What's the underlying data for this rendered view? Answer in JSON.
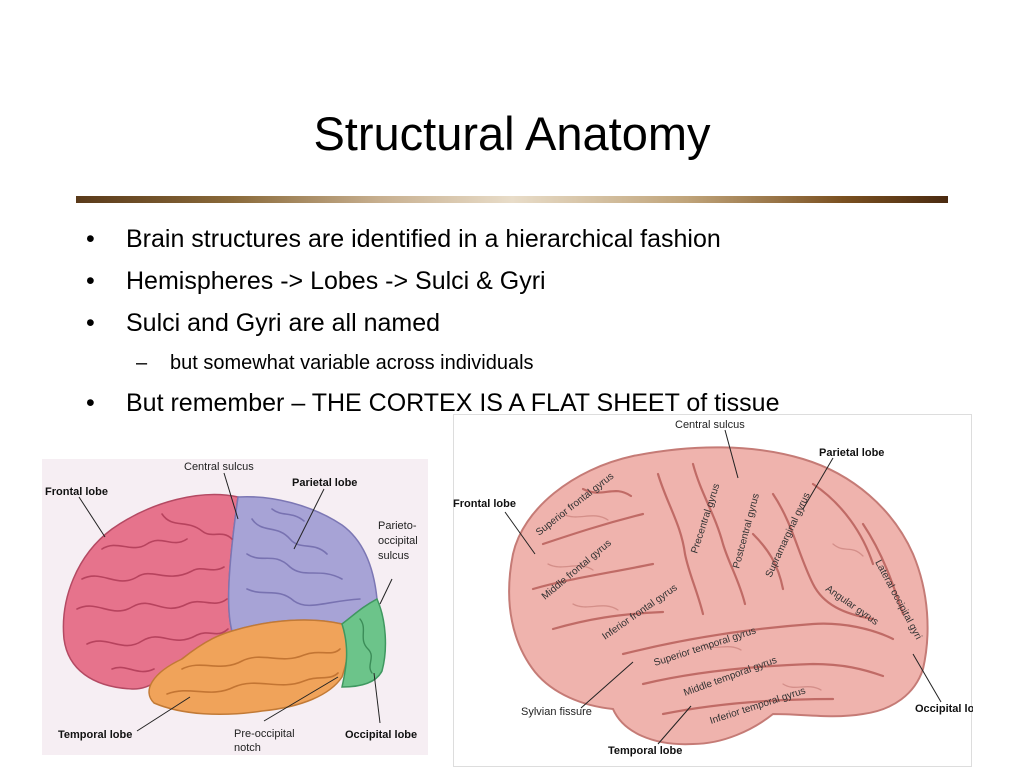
{
  "slide": {
    "title": "Structural Anatomy",
    "bullets": [
      {
        "marker": "•",
        "text": "Brain structures are identified in a hierarchical fashion"
      },
      {
        "marker": "•",
        "text": "Hemispheres -> Lobes -> Sulci & Gyri"
      },
      {
        "marker": "•",
        "text": "Sulci and Gyri are all named"
      },
      {
        "marker": "–",
        "text": "but somewhat variable across individuals"
      },
      {
        "marker": "•",
        "text": "But remember – THE CORTEX IS A FLAT SHEET of tissue"
      }
    ]
  },
  "figure_left": {
    "labels": {
      "central_sulcus": "Central sulcus",
      "frontal_lobe": "Frontal lobe",
      "parietal_lobe": "Parietal lobe",
      "parieto_occipital_sulcus": [
        "Parieto-",
        "occipital",
        "sulcus"
      ],
      "temporal_lobe": "Temporal lobe",
      "pre_occipital_notch": [
        "Pre-occipital",
        "notch"
      ],
      "occipital_lobe": "Occipital lobe"
    },
    "colors": {
      "frontal": "#e6738c",
      "parietal": "#a7a3d6",
      "temporal": "#f0a35a",
      "occipital": "#6cc48a",
      "background": "#f6eef3"
    }
  },
  "figure_right": {
    "labels": {
      "central_sulcus": "Central sulcus",
      "parietal_lobe": "Parietal lobe",
      "frontal_lobe": "Frontal lobe",
      "sylvian_fissure": "Sylvian fissure",
      "temporal_lobe": "Temporal lobe",
      "occipital_lobe": "Occipital lo"
    },
    "gyri": {
      "superior_frontal": "Superior frontal gyrus",
      "middle_frontal": "Middle frontal gyrus",
      "inferior_frontal": "Inferior frontal gyrus",
      "precentral": "Precentral gyrus",
      "postcentral": "Postcentral gyrus",
      "supramarginal": "Supramarginal gyrus",
      "angular": "Angular gyrus",
      "lateral_occipital": "Lateral occipital gyri",
      "superior_temporal": "Superior temporal gyrus",
      "middle_temporal": "Middle temporal gyrus",
      "inferior_temporal": "Inferior temporal gyrus"
    },
    "colors": {
      "brain": "#efb3ad",
      "sulci": "#b85f5a"
    }
  }
}
